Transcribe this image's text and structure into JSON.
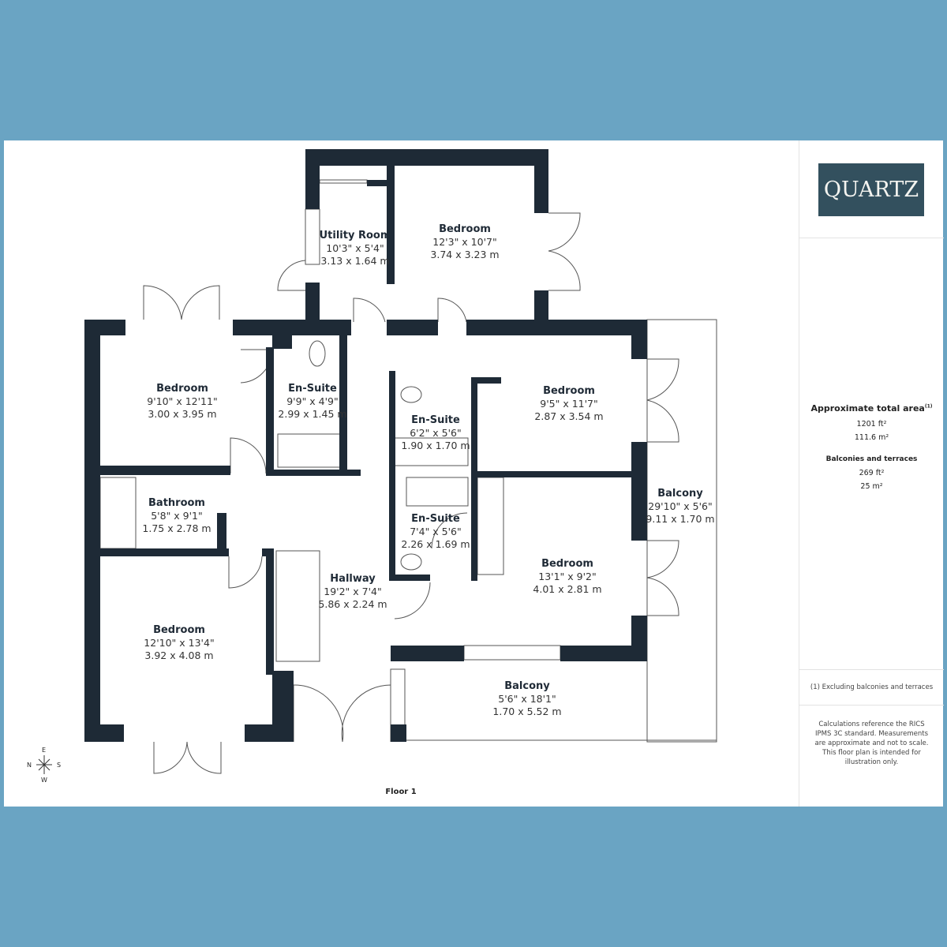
{
  "logo": {
    "text": "QUARTZ",
    "bg_color": "#33505e"
  },
  "colors": {
    "background": "#6aa4c3",
    "walls": "#1e2a36"
  },
  "rooms": [
    {
      "name": "Utility Room",
      "imperial": "10'3\" x 5'4\"",
      "metric": "3.13 x 1.64 m"
    },
    {
      "name": "Bedroom",
      "imperial": "12'3\" x 10'7\"",
      "metric": "3.74 x 3.23 m"
    },
    {
      "name": "Bedroom",
      "imperial": "9'10\" x 12'11\"",
      "metric": "3.00 x 3.95 m"
    },
    {
      "name": "En-Suite",
      "imperial": "9'9\" x 4'9\"",
      "metric": "2.99 x 1.45 m"
    },
    {
      "name": "En-Suite",
      "imperial": "6'2\" x 5'6\"",
      "metric": "1.90 x 1.70 m"
    },
    {
      "name": "Bedroom",
      "imperial": "9'5\" x 11'7\"",
      "metric": "2.87 x 3.54 m"
    },
    {
      "name": "Balcony",
      "imperial": "29'10\" x 5'6\"",
      "metric": "9.11 x 1.70 m"
    },
    {
      "name": "Bathroom",
      "imperial": "5'8\" x 9'1\"",
      "metric": "1.75 x 2.78 m"
    },
    {
      "name": "En-Suite",
      "imperial": "7'4\" x 5'6\"",
      "metric": "2.26 x 1.69 m"
    },
    {
      "name": "Bedroom",
      "imperial": "13'1\" x 9'2\"",
      "metric": "4.01 x 2.81 m"
    },
    {
      "name": "Hallway",
      "imperial": "19'2\" x 7'4\"",
      "metric": "5.86 x 2.24 m"
    },
    {
      "name": "Bedroom",
      "imperial": "12'10\" x 13'4\"",
      "metric": "3.92 x 4.08 m"
    },
    {
      "name": "Balcony",
      "imperial": "5'6\" x 18'1\"",
      "metric": "1.70 x 5.52 m"
    }
  ],
  "floor_label": "Floor 1",
  "compass": {
    "n": "N",
    "e": "E",
    "s": "S",
    "w": "W"
  },
  "summary": {
    "total_title": "Approximate total area",
    "total_note_mark": "(1)",
    "total_ft": "1201 ft²",
    "total_m": "111.6 m²",
    "balc_title": "Balconies and terraces",
    "balc_ft": "269 ft²",
    "balc_m": "25 m²",
    "footnote": "(1) Excluding balconies and terraces",
    "disclaimer": "Calculations reference the RICS IPMS 3C standard. Measurements are approximate and not to scale. This floor plan is intended for illustration only."
  }
}
